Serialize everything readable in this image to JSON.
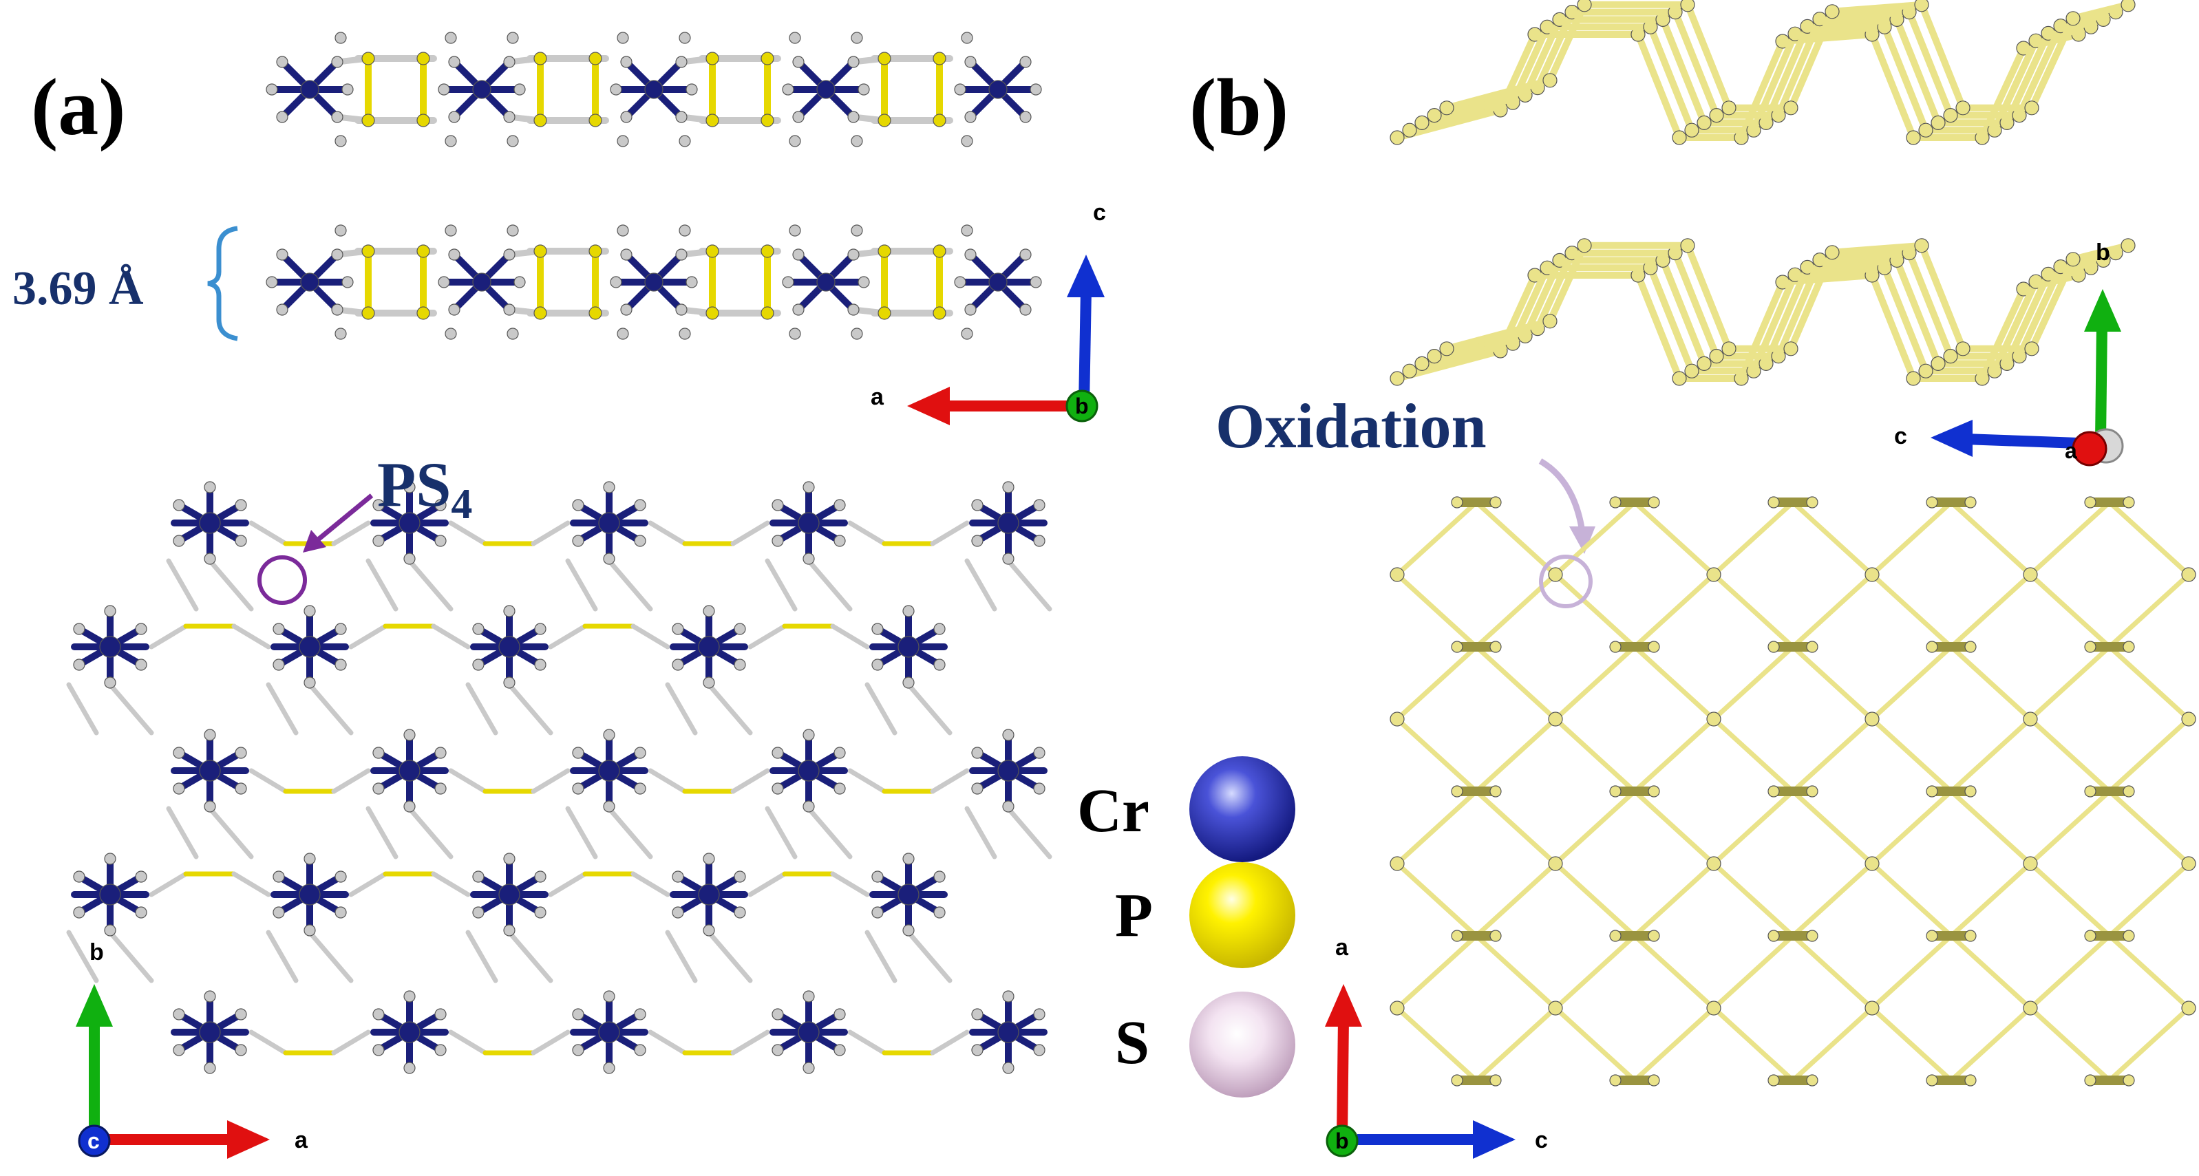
{
  "panel_a": {
    "label": "(a)",
    "interlayer_distance": "3.69 Å",
    "ps4_label_main": "PS",
    "ps4_label_sub": "4",
    "side_axes": {
      "up": "c",
      "left": "a",
      "origin": "b"
    },
    "top_axes": {
      "up": "b",
      "right": "a",
      "origin": "c"
    }
  },
  "panel_b": {
    "label": "(b)",
    "annotation": "Oxidation",
    "side_axes": {
      "up": "b",
      "left": "c",
      "origin": "a"
    },
    "top_axes": {
      "up": "a",
      "right": "c",
      "origin": "b"
    }
  },
  "legend": [
    {
      "element": "Cr",
      "color": "#2c2f9e"
    },
    {
      "element": "P",
      "color": "#f2e600"
    },
    {
      "element": "S",
      "color": "#d9bcd6"
    }
  ],
  "colors": {
    "cr_atom": "#1a1f7a",
    "p_bond": "#e6d800",
    "s_atom": "#c9c9c9",
    "p_network": "#eae38a",
    "axis_red": "#e01010",
    "axis_green": "#10b010",
    "axis_blue": "#1030d0",
    "annotation_text": "#17306b",
    "ps4_arrow": "#7b2a9a",
    "oxidation_arrow": "#c7b2d8"
  }
}
